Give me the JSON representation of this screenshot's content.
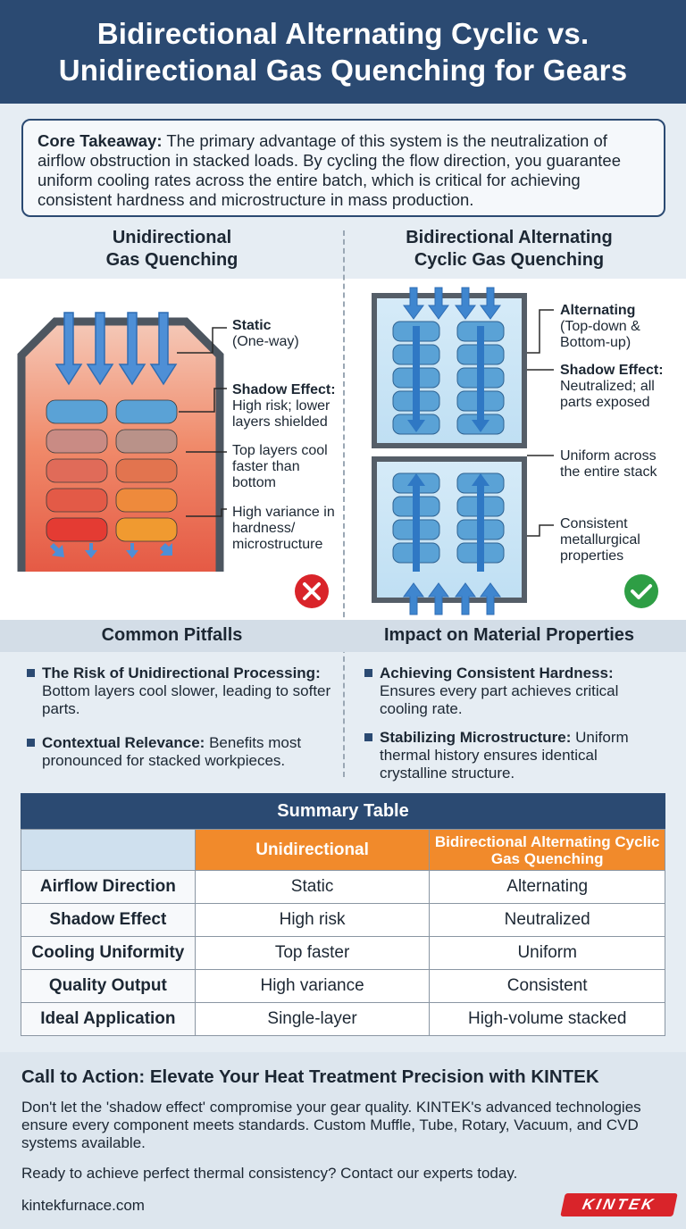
{
  "header": {
    "title_line1": "Bidirectional Alternating Cyclic vs.",
    "title_line2": "Unidirectional Gas Quenching for Gears"
  },
  "takeaway": {
    "label": "Core Takeaway:",
    "text": "The primary advantage of this system is the neutralization of airflow obstruction in stacked loads. By cycling the flow direction, you guarantee uniform cooling rates across the entire batch, which is critical for achieving consistent hardness and microstructure in mass production."
  },
  "left_column": {
    "title_line1": "Unidirectional",
    "title_line2": "Gas Quenching",
    "annotations": [
      {
        "title": "Static",
        "text": "(One-way)"
      },
      {
        "title": "Shadow Effect:",
        "text": "High risk; lower layers shielded"
      },
      {
        "title": "",
        "text": "Top layers cool faster than bottom"
      },
      {
        "title": "",
        "text": "High variance in hardness/ microstructure"
      }
    ],
    "status_icon": "cross-icon"
  },
  "right_column": {
    "title_line1": "Bidirectional Alternating",
    "title_line2": "Cyclic Gas Quenching",
    "annotations": [
      {
        "title": "Alternating",
        "text": "(Top-down & Bottom-up)"
      },
      {
        "title": "Shadow Effect:",
        "text": "Neutralized; all parts exposed"
      },
      {
        "title": "",
        "text": "Uniform across the entire stack"
      },
      {
        "title": "",
        "text": "Consistent metallurgical properties"
      }
    ],
    "status_icon": "check-icon"
  },
  "pitfalls": {
    "title": "Common Pitfalls",
    "items": [
      {
        "label": "The Risk of Unidirectional Processing:",
        "text": "Bottom layers cool slower, leading to softer parts."
      },
      {
        "label": "Contextual Relevance:",
        "text": "Benefits most pronounced for stacked workpieces."
      }
    ]
  },
  "impact": {
    "title": "Impact on Material Properties",
    "items": [
      {
        "label": "Achieving Consistent Hardness:",
        "text": "Ensures every part achieves critical cooling rate."
      },
      {
        "label": "Stabilizing Microstructure:",
        "text": "Uniform thermal history ensures identical crystalline structure."
      }
    ]
  },
  "table": {
    "title": "Summary Table",
    "headers": [
      "",
      "Unidirectional",
      "Bidirectional Alternating Cyclic Gas Quenching"
    ],
    "rows": [
      [
        "Airflow Direction",
        "Static",
        "Alternating"
      ],
      [
        "Shadow Effect",
        "High risk",
        "Neutralized"
      ],
      [
        "Cooling Uniformity",
        "Top faster",
        "Uniform"
      ],
      [
        "Quality Output",
        "High variance",
        "Consistent"
      ],
      [
        "Ideal Application",
        "Single-layer",
        "High-volume stacked"
      ]
    ]
  },
  "cta": {
    "title": "Call to Action: Elevate Your Heat Treatment Precision with KINTEK",
    "body": "Don't let the 'shadow effect' compromise your gear quality. KINTEK's advanced technologies ensure every component meets standards. Custom Muffle, Tube, Rotary, Vacuum, and CVD systems available.",
    "ready": "Ready to achieve perfect thermal consistency? Contact our experts today.",
    "website": "kintekfurnace.com",
    "logo_text": "KINTEK"
  },
  "colors": {
    "navy": "#2b4a72",
    "orange": "#f18a2b",
    "gear_blue": "#5aa2d6",
    "arrow_blue": "#3f86cf",
    "red": "#d9242a",
    "green": "#2e9e45"
  }
}
